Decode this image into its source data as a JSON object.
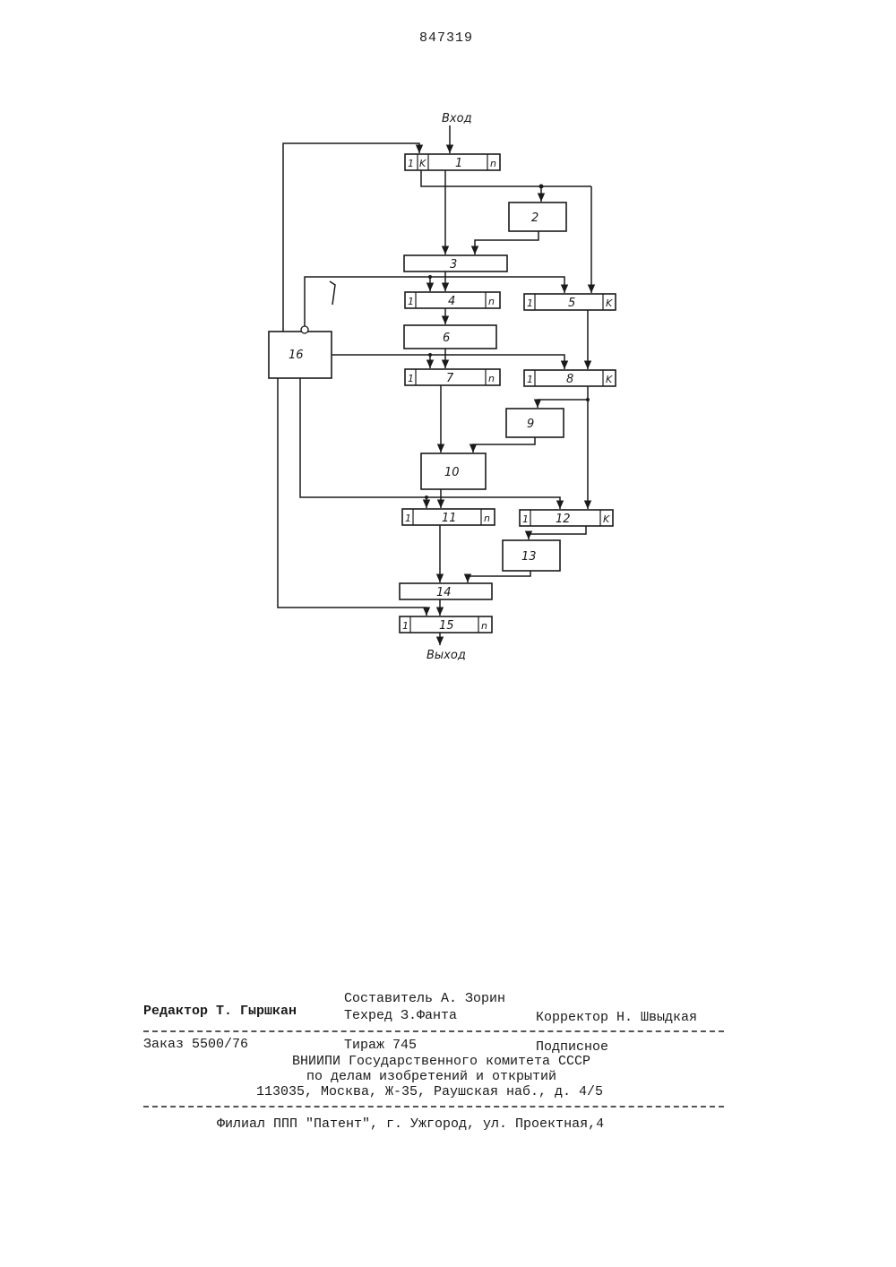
{
  "header": {
    "patent_number": "847319"
  },
  "diagram": {
    "input_label": "Вход",
    "output_label": "Выход",
    "blocks": {
      "b1": "1",
      "b2": "2",
      "b3": "3",
      "b4": "4",
      "b5": "5",
      "b6": "6",
      "b7": "7",
      "b8": "8",
      "b9": "9",
      "b10": "10",
      "b11": "11",
      "b12": "12",
      "b13": "13",
      "b14": "14",
      "b15": "15",
      "b16": "16"
    },
    "cells": {
      "first": "1",
      "n": "n",
      "k": "K"
    }
  },
  "imprint": {
    "compiler": "Составитель А. Зорин",
    "editor": "Редактор Т. Гыршкан",
    "techred": "Техред З.Фанта",
    "corrector": "Корректор Н. Швыдкая",
    "order": "Заказ 5500/76",
    "circulation": "Тираж 745",
    "subscription": "Подписное",
    "org_line1": "ВНИИПИ Государственного комитета СССР",
    "org_line2": "по делам изобретений и открытий",
    "address": "113035, Москва, Ж-35, Раушская наб., д. 4/5",
    "branch": "Филиал ППП \"Патент\", г. Ужгород, ул. Проектная,4"
  }
}
